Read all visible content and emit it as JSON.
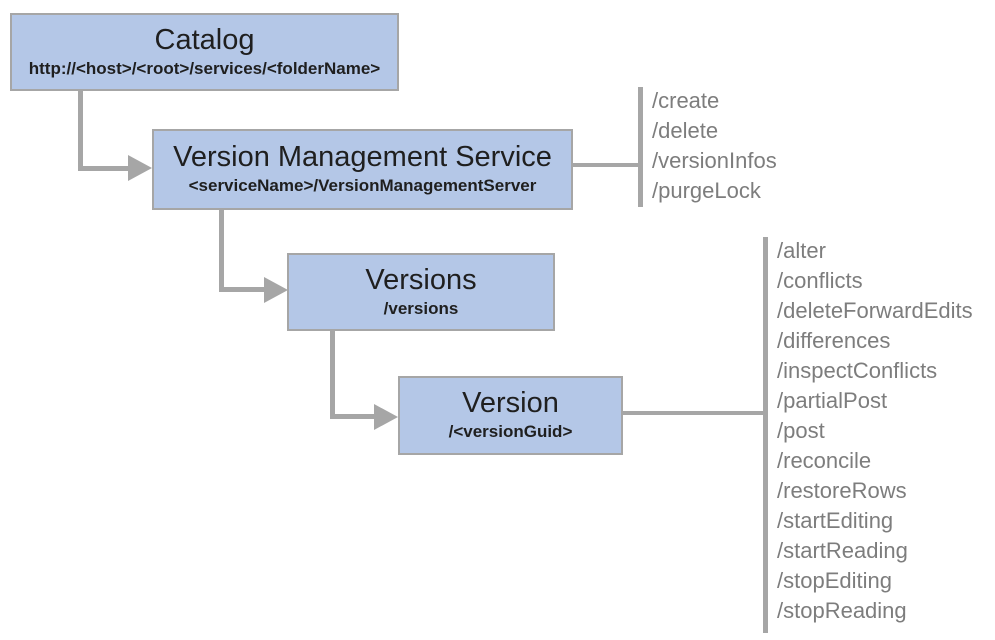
{
  "diagram": {
    "type": "service-hierarchy-tree",
    "nodes": [
      {
        "id": "catalog",
        "title": "Catalog",
        "subtitle": "http://<host>/<root>/services/<folderName>"
      },
      {
        "id": "vms",
        "title": "Version Management Service",
        "subtitle": "<serviceName>/VersionManagementServer"
      },
      {
        "id": "versions",
        "title": "Versions",
        "subtitle": "/versions"
      },
      {
        "id": "version",
        "title": "Version",
        "subtitle": "/<versionGuid>"
      }
    ],
    "vms_operations": [
      "/create",
      "/delete",
      "/versionInfos",
      "/purgeLock"
    ],
    "version_operations": [
      "/alter",
      "/conflicts",
      "/deleteForwardEdits",
      "/differences",
      "/inspectConflicts",
      "/partialPost",
      "/post",
      "/reconcile",
      "/restoreRows",
      "/startEditing",
      "/startReading",
      "/stopEditing",
      "/stopReading"
    ]
  },
  "colors": {
    "node_fill": "#b4c7e7",
    "node_border": "#a6a6a6",
    "connector": "#a6a6a6",
    "operation_text": "#7d7d7d",
    "title_text": "#1f1f1f"
  }
}
